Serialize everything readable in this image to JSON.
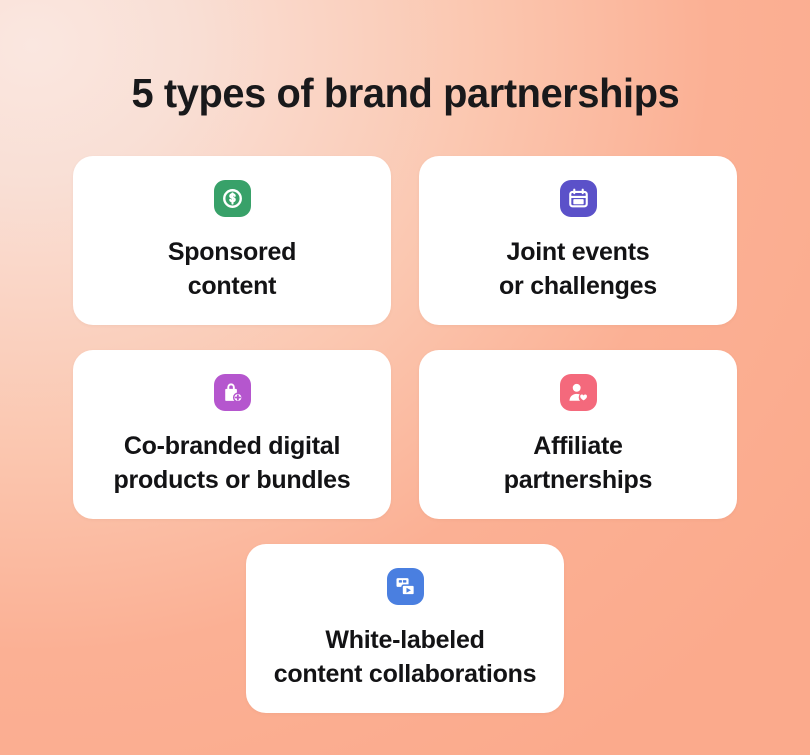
{
  "background": {
    "gradient_from": "#F8E4DD",
    "gradient_to": "#FBAB8E"
  },
  "header": {
    "title": "5 types of brand partnerships",
    "title_color": "#19191B"
  },
  "cards": [
    {
      "id": "sponsored-content",
      "label": "Sponsored\ncontent",
      "icon": "dollar-circle-icon",
      "icon_color": "#38A169",
      "glyph_color": "#FFFFFF"
    },
    {
      "id": "joint-events",
      "label": "Joint events\nor challenges",
      "icon": "calendar-icon",
      "icon_color": "#5B51C9",
      "glyph_color": "#FFFFFF"
    },
    {
      "id": "co-branded-digital-products",
      "label": "Co-branded digital\nproducts or bundles",
      "icon": "shopping-bag-plus-icon",
      "icon_color": "#B556CE",
      "glyph_color": "#FFFFFF"
    },
    {
      "id": "affiliate-partnerships",
      "label": "Affiliate\npartnerships",
      "icon": "person-heart-icon",
      "icon_color": "#F4697C",
      "glyph_color": "#FFFFFF"
    },
    {
      "id": "white-labeled-content",
      "label": "White-labeled\ncontent collaborations",
      "icon": "media-duplicate-icon",
      "icon_color": "#4A7FE0",
      "glyph_color": "#FFFFFF"
    }
  ]
}
